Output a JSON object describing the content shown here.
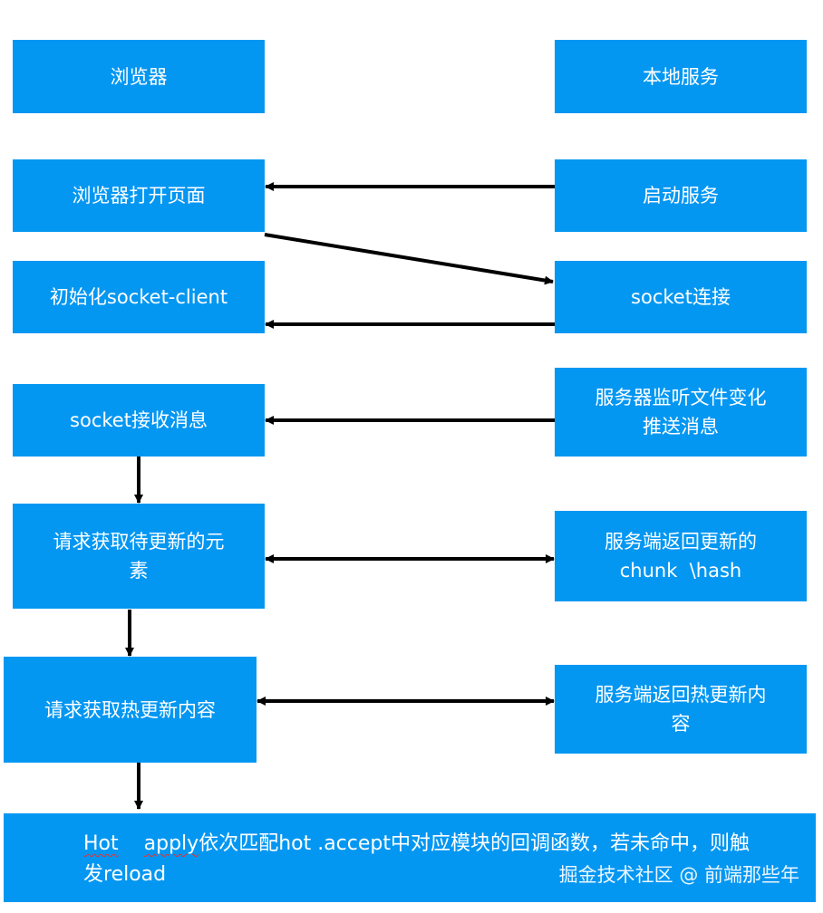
{
  "boxes": {
    "browser": "浏览器",
    "local_service": "本地服务",
    "browser_open_page": "浏览器打开页面",
    "start_service": "启动服务",
    "init_socket_client": "初始化socket-client",
    "socket_connect": "socket连接",
    "socket_receive": "socket接收消息",
    "server_watch_line1": "服务器监听文件变化",
    "server_watch_line2": "推送消息",
    "request_pending_line1": "请求获取待更新的元",
    "request_pending_line2": "素",
    "server_return_chunk_line1": "服务端返回更新的",
    "server_return_chunk_line2": "chunk  \\hash",
    "request_hot_content": "请求获取热更新内容",
    "server_return_hot_line1": "服务端返回热更新内",
    "server_return_hot_line2": "容"
  },
  "bottom": {
    "word_hot": "Hot",
    "word_apply": "apply",
    "rest_line1": "依次匹配hot .accept中对应模块的回调函数，若未命中，则触",
    "char_fa": "发",
    "rest_line2": "reload"
  },
  "watermark": "掘金技术社区 @ 前端那些年",
  "colors": {
    "box_fill": "#0497f2",
    "box_text": "#ffffff",
    "arrow": "#000000"
  }
}
